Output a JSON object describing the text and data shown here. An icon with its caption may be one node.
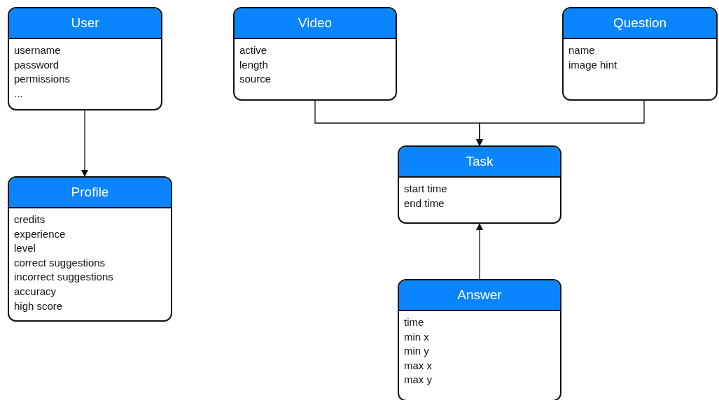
{
  "diagram": {
    "nodes": [
      {
        "text": [
          "User",
          "username",
          "password",
          "permissions",
          "..."
        ]
      },
      {
        "text": [
          "Video",
          "active",
          "length",
          "source"
        ]
      },
      {
        "text": [
          "Question",
          "name",
          "image hint"
        ]
      },
      {
        "text": [
          "Task",
          "start time",
          "end time"
        ]
      },
      {
        "text": [
          "Profile",
          "credits",
          "experience",
          "level",
          "correct suggestions",
          "incorrect suggestions",
          "accuracy",
          "high score"
        ]
      },
      {
        "text": [
          "Answer",
          "time",
          "min x",
          "min y",
          "max x",
          "max y"
        ]
      }
    ],
    "edges": [
      {
        "from": 0,
        "to": 4,
        "arrow": "to"
      },
      {
        "from": 1,
        "to": 3,
        "arrow": "to"
      },
      {
        "from": 2,
        "to": 3,
        "arrow": "to"
      },
      {
        "from": 5,
        "to": 3,
        "arrow": "to"
      }
    ]
  }
}
